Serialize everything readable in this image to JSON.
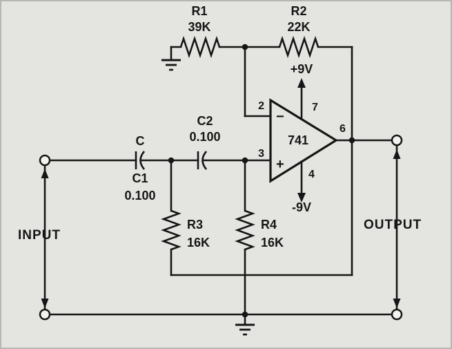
{
  "diagram": {
    "type": "circuit-schematic",
    "description": "741 op-amp active high-pass filter stage with dual 9V supplies",
    "colors": {
      "ink": "#161616",
      "background": "#e4e4e1"
    },
    "resistors": {
      "r1": {
        "ref": "R1",
        "value": "39K"
      },
      "r2": {
        "ref": "R2",
        "value": "22K"
      },
      "r3": {
        "ref": "R3",
        "value": "16K"
      },
      "r4": {
        "ref": "R4",
        "value": "16K"
      }
    },
    "capacitors": {
      "c_label": "C",
      "c1": {
        "ref": "C1",
        "value": "0.100"
      },
      "c2": {
        "ref": "C2",
        "value": "0.100"
      }
    },
    "opamp": {
      "part": "741",
      "minus": "−",
      "plus": "+",
      "pin_inverting": "2",
      "pin_noninverting": "3",
      "pin_vplus": "7",
      "pin_vminus": "4",
      "pin_output": "6"
    },
    "supplies": {
      "positive": "+9V",
      "negative": "-9V"
    },
    "ports": {
      "input": "INPUT",
      "output": "OUTPUT"
    }
  }
}
